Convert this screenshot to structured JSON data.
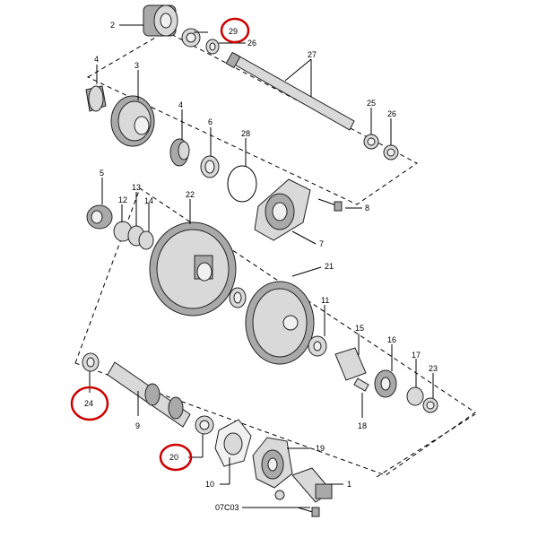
{
  "figure_code": "07C03",
  "callouts": {
    "c1": "1",
    "c2": "2",
    "c3": "3",
    "c4a": "4",
    "c4b": "4",
    "c5": "5",
    "c6": "6",
    "c7": "7",
    "c8": "8",
    "c9": "9",
    "c10": "10",
    "c11": "11",
    "c12": "12",
    "c13": "13",
    "c14": "14",
    "c15": "15",
    "c16": "16",
    "c17": "17",
    "c18": "18",
    "c19": "19",
    "c20": "20",
    "c21": "21",
    "c22": "22",
    "c23": "23",
    "c24": "24",
    "c25": "25",
    "c26a": "26",
    "c26b": "26",
    "c27": "27",
    "c28": "28",
    "c29": "29"
  },
  "highlighted_callouts": [
    "29",
    "24",
    "20"
  ],
  "colors": {
    "highlight": "#cc0000",
    "part_fill": "#d9d9d9",
    "line": "#000000"
  }
}
